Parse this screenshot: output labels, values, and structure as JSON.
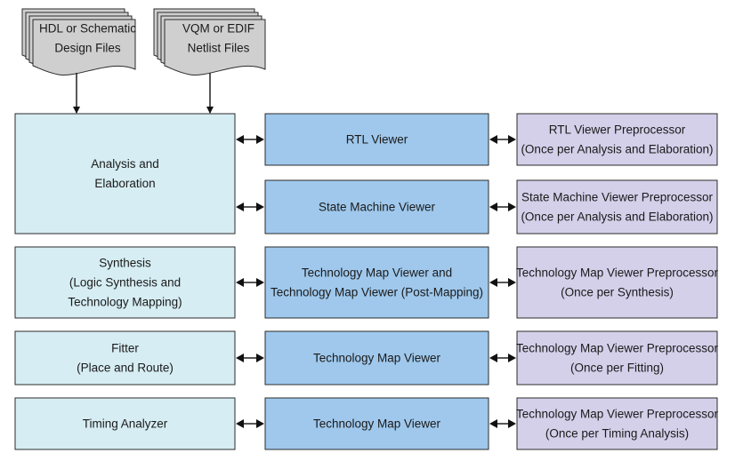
{
  "diagram": {
    "colors": {
      "stage_fill": "#d6edf3",
      "viewer_fill": "#9fc8ec",
      "preprocessor_fill": "#d4d0ea",
      "file_fill": "#cfcfcf",
      "stroke": "#2b2b2b",
      "arrow": "#111111"
    },
    "files": [
      {
        "id": "hdl-files",
        "lines": [
          "HDL or Schematic",
          "Design Files"
        ]
      },
      {
        "id": "vqm-files",
        "lines": [
          "VQM or EDIF",
          "Netlist Files"
        ]
      }
    ],
    "stages": [
      {
        "id": "analysis-elaboration",
        "lines": [
          "Analysis and",
          "Elaboration"
        ]
      },
      {
        "id": "synthesis",
        "lines": [
          "Synthesis",
          "(Logic Synthesis and",
          "Technology Mapping)"
        ]
      },
      {
        "id": "fitter",
        "lines": [
          "Fitter",
          "(Place and Route)"
        ]
      },
      {
        "id": "timing-analyzer",
        "lines": [
          "Timing Analyzer"
        ]
      }
    ],
    "viewers": [
      {
        "id": "rtl-viewer",
        "lines": [
          "RTL Viewer"
        ]
      },
      {
        "id": "state-machine-viewer",
        "lines": [
          "State Machine Viewer"
        ]
      },
      {
        "id": "tech-map-viewer-post-mapping",
        "lines": [
          "Technology Map Viewer and",
          "Technology Map Viewer (Post-Mapping)"
        ]
      },
      {
        "id": "tech-map-viewer-fitting",
        "lines": [
          "Technology Map Viewer"
        ]
      },
      {
        "id": "tech-map-viewer-timing",
        "lines": [
          "Technology Map Viewer"
        ]
      }
    ],
    "preprocessors": [
      {
        "id": "rtl-viewer-preprocessor",
        "lines": [
          "RTL Viewer Preprocessor",
          "(Once per Analysis and Elaboration)"
        ]
      },
      {
        "id": "state-machine-viewer-preprocessor",
        "lines": [
          "State Machine Viewer Preprocessor",
          "(Once per Analysis and Elaboration)"
        ]
      },
      {
        "id": "tech-map-preprocessor-synthesis",
        "lines": [
          "Technology Map Viewer Preprocessor",
          "(Once per Synthesis)"
        ]
      },
      {
        "id": "tech-map-preprocessor-fitting",
        "lines": [
          "Technology Map Viewer Preprocessor",
          "(Once per Fitting)"
        ]
      },
      {
        "id": "tech-map-preprocessor-timing",
        "lines": [
          "Technology Map Viewer Preprocessor",
          "(Once per Timing Analysis)"
        ]
      }
    ]
  }
}
